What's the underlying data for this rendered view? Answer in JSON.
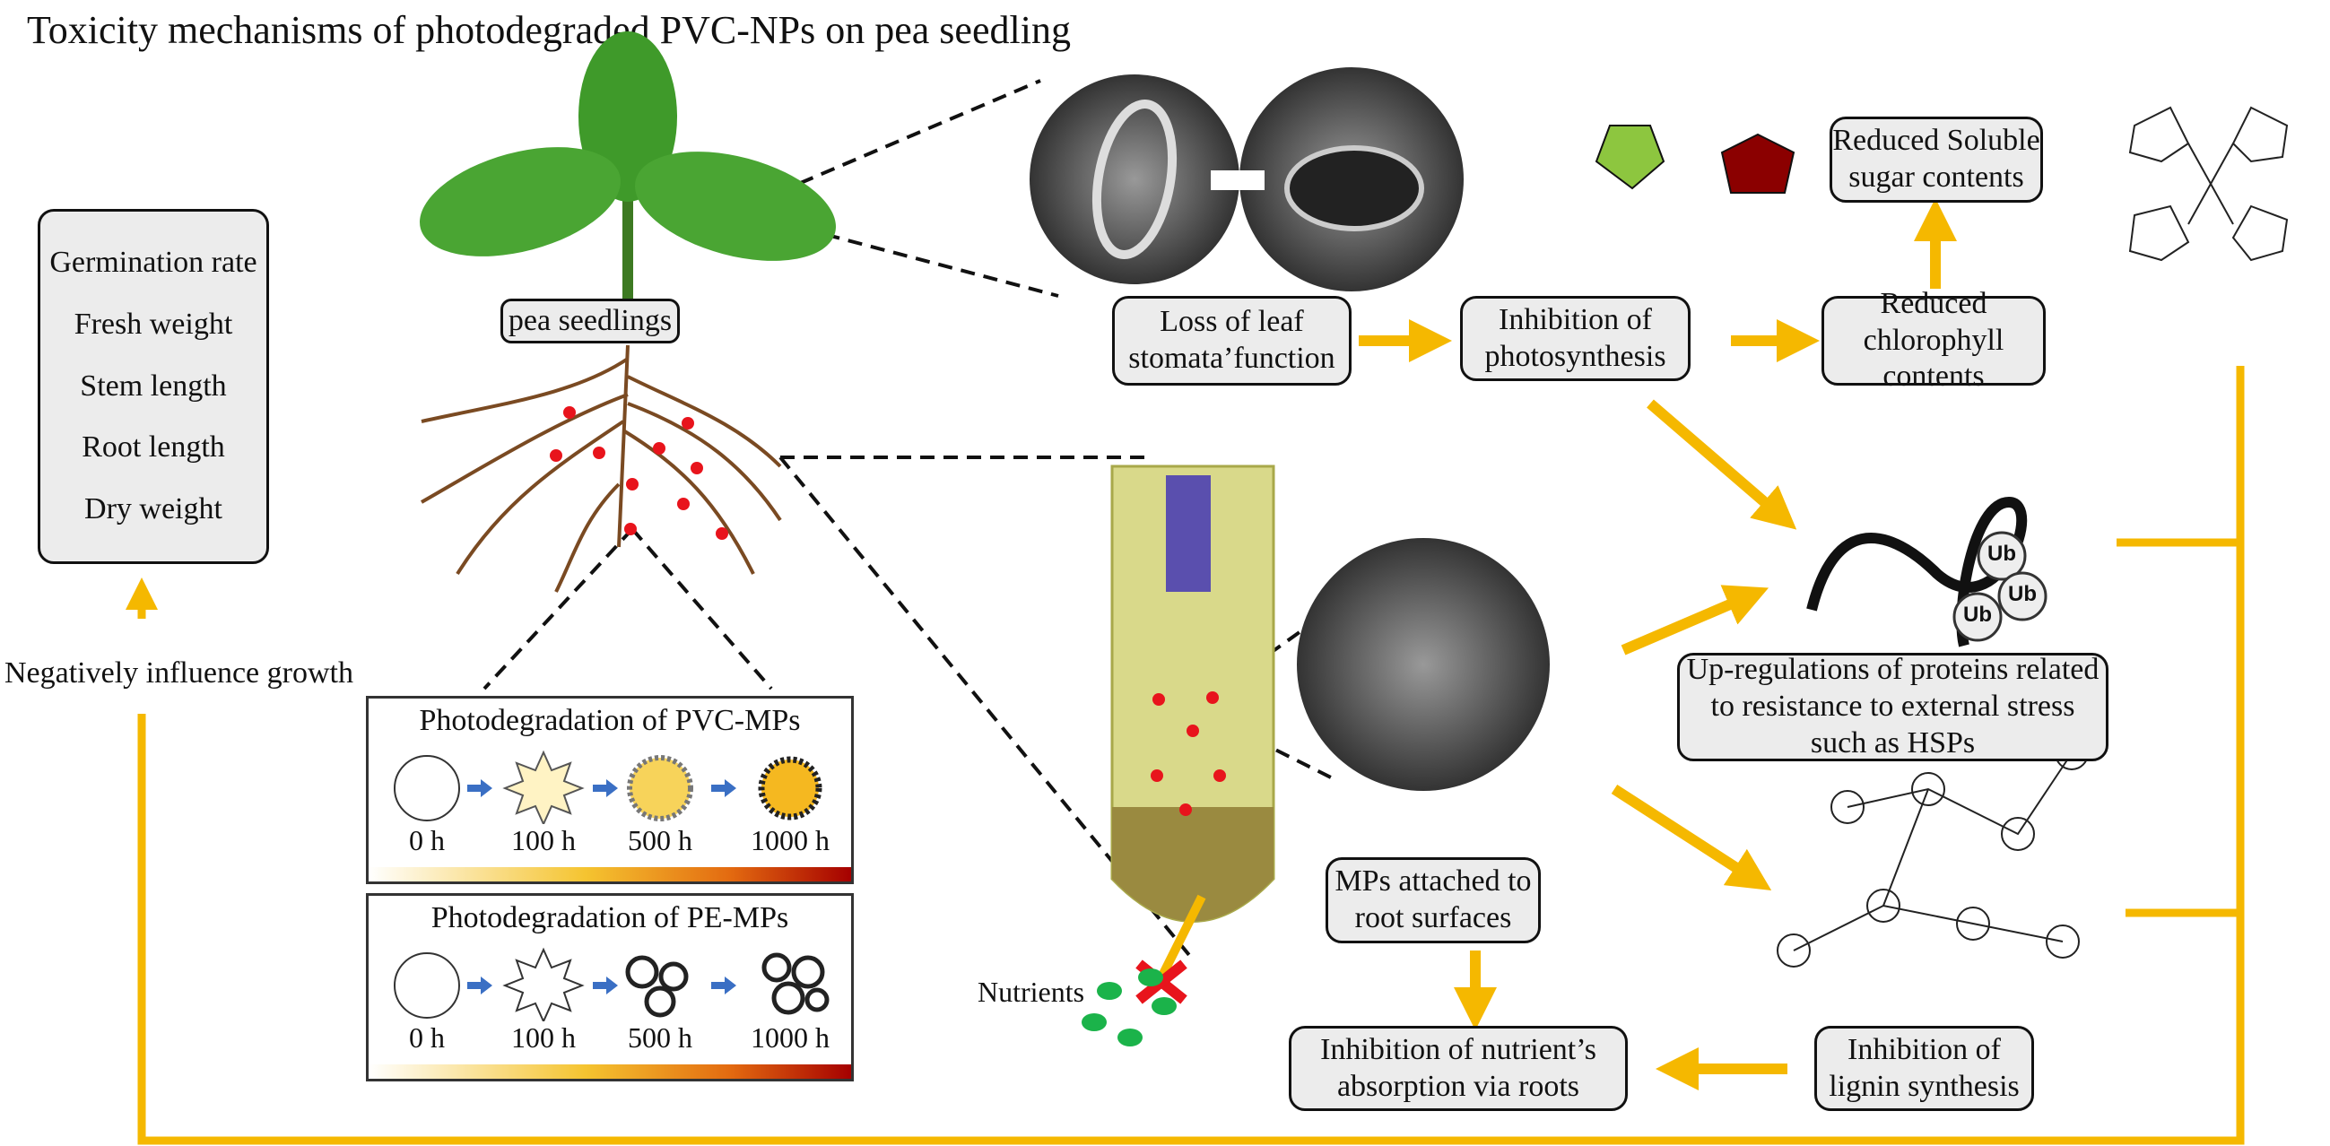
{
  "title": "Toxicity mechanisms of photodegraded PVC-NPs on pea seedling",
  "growth_indicators": [
    "Germination rate",
    "Fresh weight",
    "Stem length",
    "Root length",
    "Dry weight"
  ],
  "negative_label": "Negatively influence growth",
  "seedling_label": "pea seedlings",
  "pvc_panel": {
    "title": "Photodegradation of PVC-MPs",
    "times": [
      "0 h",
      "100 h",
      "500 h",
      "1000 h"
    ]
  },
  "pe_panel": {
    "title": "Photodegradation of PE-MPs",
    "times": [
      "0 h",
      "100 h",
      "500 h",
      "1000 h"
    ]
  },
  "boxes": {
    "stomata": "Loss of leaf stomata’function",
    "photosynthesis": "Inhibition of photosynthesis",
    "chlorophyll": "Reduced chlorophyll contents",
    "sugar": "Reduced Soluble sugar contents",
    "proteins": "Up-regulations of proteins related to resistance to external stress such as HSPs",
    "attached": "MPs attached to root surfaces",
    "nutrient": "Inhibition of nutrient’s absorption via roots",
    "lignin": "Inhibition of lignin synthesis"
  },
  "ub_label": "Ub",
  "nutrients_label": "Nutrients",
  "colors": {
    "arrow": "#f5b800",
    "box_fill": "#ececec",
    "np_dot": "#e8141c",
    "nutrient": "#1bb34a",
    "step_arrow": "#3a6fc4"
  }
}
